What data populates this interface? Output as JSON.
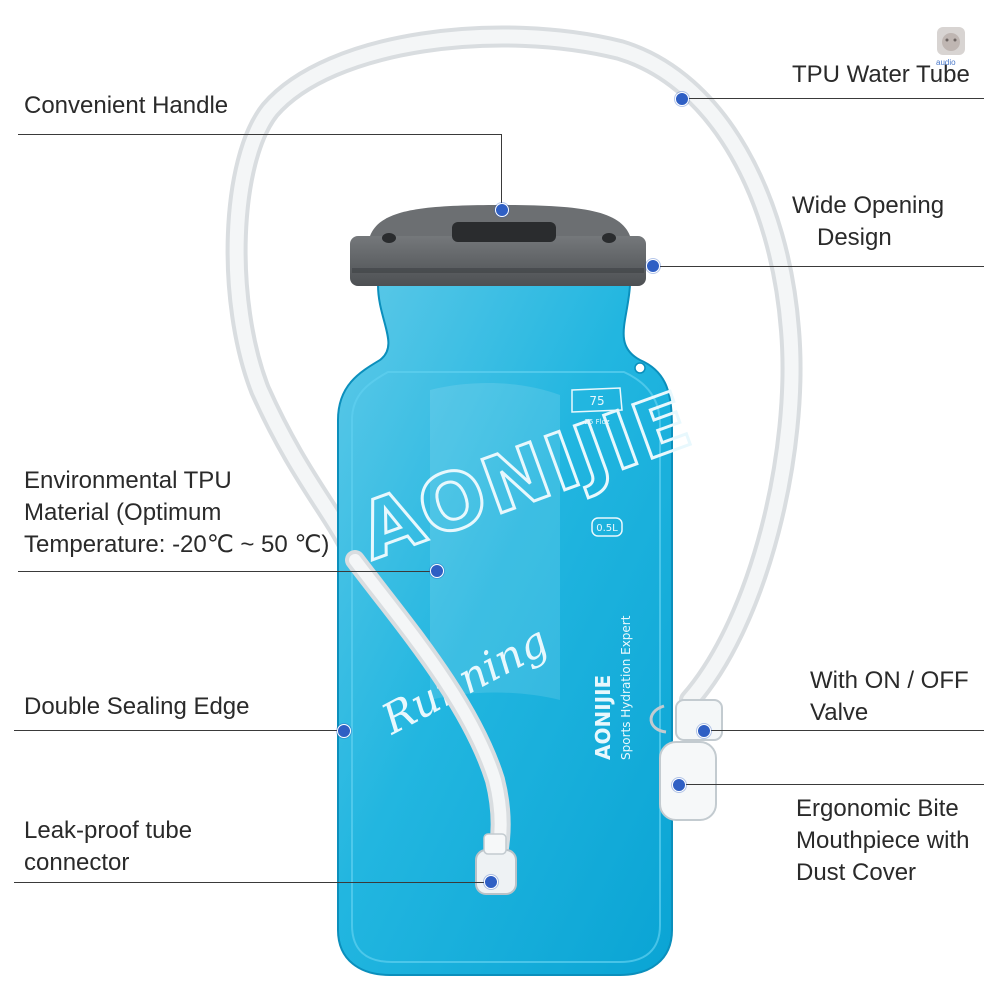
{
  "product": {
    "brand": "AONIJIE",
    "brand_script": "Running",
    "tagline": "Sports Hydration Expert",
    "capacity_mark": "0.5L",
    "volume_badge": "75",
    "volume_badge_sub": "25 Floz"
  },
  "callouts": {
    "tpu_water_tube": [
      "TPU Water Tube"
    ],
    "convenient_handle": [
      "Convenient Handle"
    ],
    "wide_opening": [
      "Wide Opening",
      "Design"
    ],
    "environmental_tpu": [
      "Environmental TPU",
      "Material (Optimum",
      "Temperature: -20℃ ~ 50 ℃)"
    ],
    "on_off_valve": [
      "With ON / OFF",
      "Valve"
    ],
    "double_sealing": [
      "Double Sealing Edge"
    ],
    "bite_mouthpiece": [
      "Ergonomic Bite",
      "Mouthpiece with",
      "Dust Cover"
    ],
    "tube_connector": [
      "Leak-proof tube",
      "connector"
    ]
  },
  "colors": {
    "bladder": "#1ab8e0",
    "bladder_dark": "#0d9ccc",
    "clip": "#5f6265",
    "tube": "#eef1f3",
    "marker": "#2f5fc4",
    "leader_line": "#3a3a3a"
  },
  "watermark": {
    "text": "audio"
  }
}
